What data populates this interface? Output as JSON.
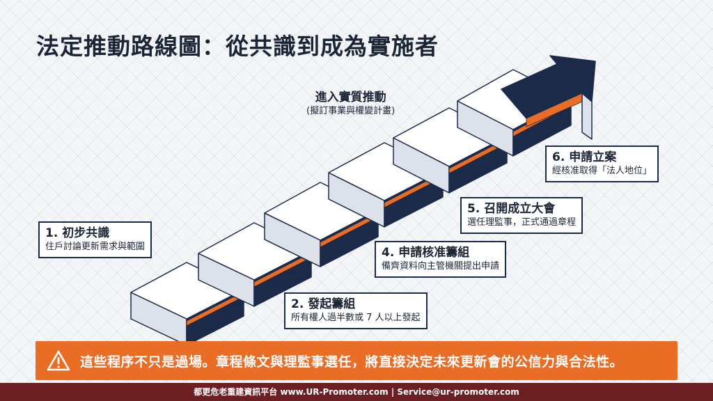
{
  "title": "法定推動路線圖：從共識到成為實施者",
  "mid_label": {
    "heading": "進入實質推動",
    "sub": "(擬訂事業與權變計畫)"
  },
  "steps": [
    {
      "heading": "1. 初步共識",
      "sub": "住戶討論更新需求與範圍"
    },
    {
      "heading": "2. 發起籌組",
      "sub": "所有權人過半數或 7 人以上發起"
    },
    {
      "heading": "4. 申請核准籌組",
      "sub": "備齊資料向主管機關提出申請"
    },
    {
      "heading": "5. 召開成立大會",
      "sub": "選任理監事，正式通過章程"
    },
    {
      "heading": "6. 申請立案",
      "sub": "經核准取得「法人地位」"
    }
  ],
  "banner": {
    "text": "這些程序不只是過場。章程條文與理監事選任，將直接決定未來更新會的公信力與合法性。",
    "icon": "warning-icon"
  },
  "footer": {
    "text": "都更危老重建資訊平台 www.UR-Promoter.com | Service@ur-promoter.com"
  },
  "colors": {
    "navy": "#1c2a4a",
    "orange": "#ea6d26",
    "footer_bg": "#6b1f22",
    "top": "#ffffff",
    "side": "#dde2ea"
  }
}
